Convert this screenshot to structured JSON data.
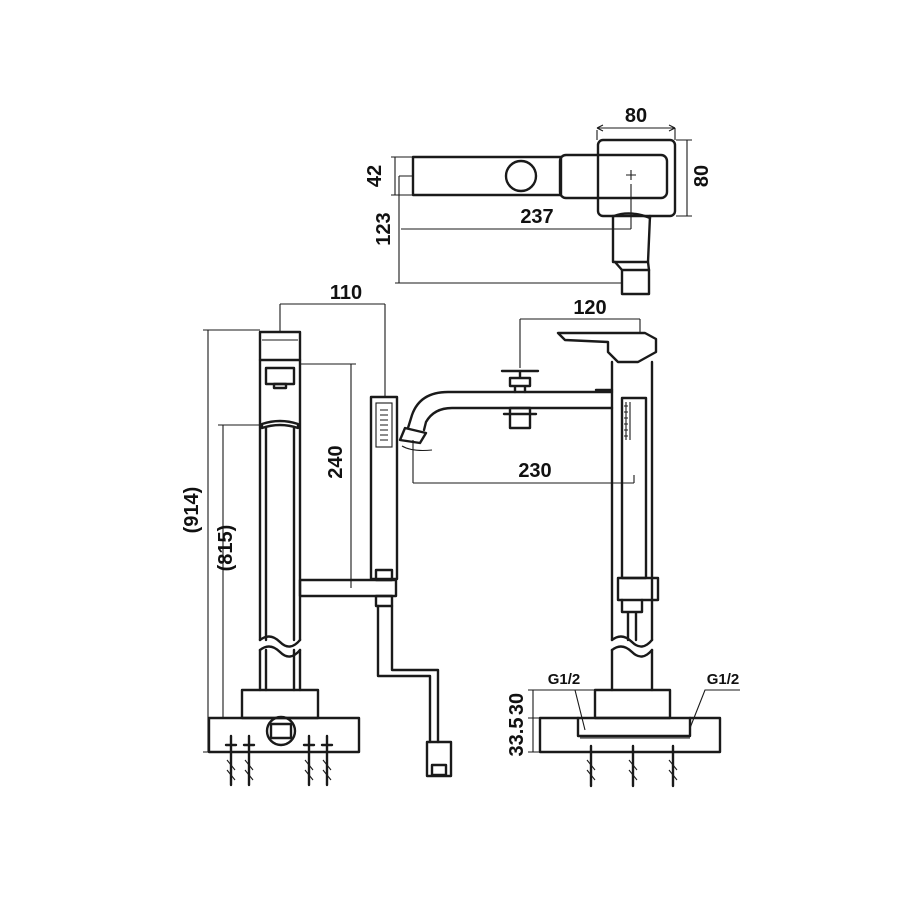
{
  "dimensions": {
    "top_width": "80",
    "top_depth": "80",
    "top_handle_height": "42",
    "top_offset": "123",
    "top_length": "237",
    "side_handshower_offset": "110",
    "side_total_height": "(914)",
    "side_spout_height": "(815)",
    "side_handshower_length": "240",
    "front_handle_width": "120",
    "front_spout_reach": "230",
    "base_ring_height": "30",
    "base_plate_height": "33.5"
  },
  "labels": {
    "connection_left": "G1/2",
    "connection_right": "G1/2"
  }
}
